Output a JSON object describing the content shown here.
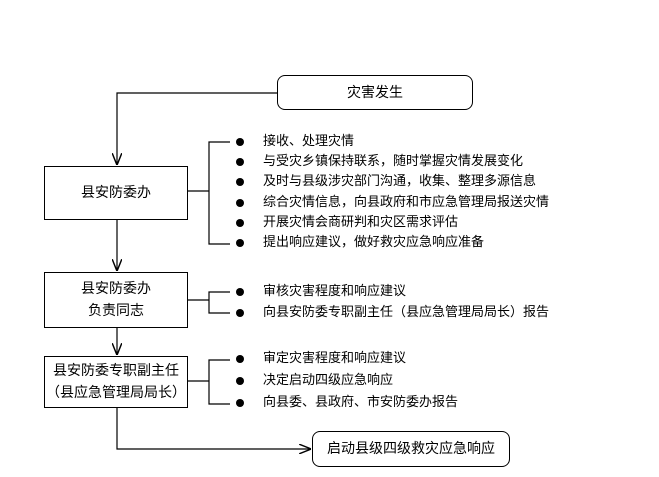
{
  "nodes": {
    "start": "灾害发生",
    "office": "县安防委办",
    "office_lead": "县安防委办\n负责同志",
    "deputy": "县安防委专职副主任\n（县应急管理局局长）",
    "end": "启动县级四级救灾应急响应"
  },
  "office_tasks": [
    "接收、处理灾情",
    "与受灾乡镇保持联系，随时掌握灾情发展变化",
    "及时与县级涉灾部门沟通，收集、整理多源信息",
    "综合灾情信息，向县政府和市应急管理局报送灾情",
    "开展灾情会商研判和灾区需求评估",
    "提出响应建议，做好救灾应急响应准备"
  ],
  "lead_tasks": [
    "审核灾害程度和响应建议",
    "向县安防委专职副主任（县应急管理局局长）报告"
  ],
  "deputy_tasks": [
    "审定灾害程度和响应建议",
    "决定启动四级应急响应",
    "向县委、县政府、市安防委办报告"
  ]
}
